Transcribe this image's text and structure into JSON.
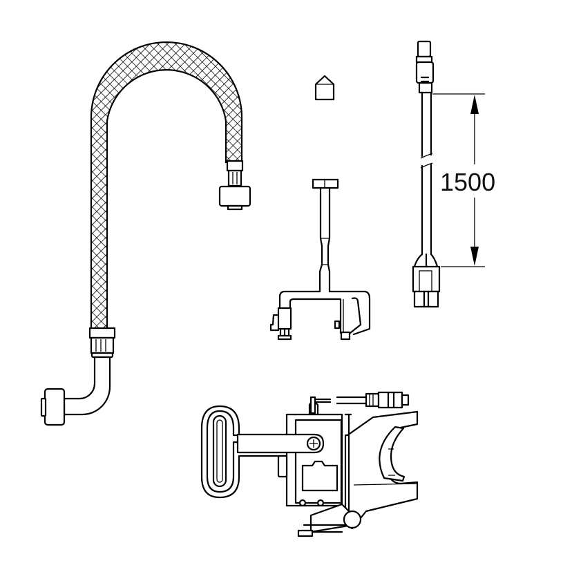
{
  "diagram": {
    "type": "technical parts drawing",
    "background": "#ffffff",
    "line_color": "#000000",
    "parts": [
      {
        "id": "braided-hose",
        "label": "Braided flexible hose with nut and angled elbow connector"
      },
      {
        "id": "cap",
        "label": "Small cap"
      },
      {
        "id": "t-key-tool",
        "label": "T-shaped mounting bracket / tool"
      },
      {
        "id": "cable-assembly",
        "label": "Connection cable with plug connectors"
      },
      {
        "id": "solenoid-valve-unit",
        "label": "Solenoid valve unit with handle and cable"
      }
    ],
    "dimension": {
      "value": "1500",
      "applies_to": "cable-assembly"
    }
  }
}
